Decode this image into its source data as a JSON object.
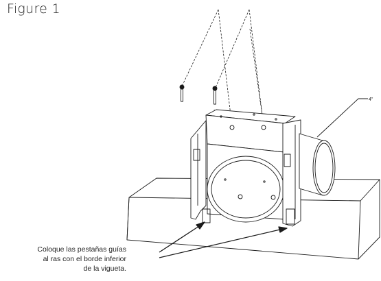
{
  "figure": {
    "title": "Figure 1"
  },
  "callout": {
    "lines": [
      "Coloque las pestañas guías",
      "al ras con el borde inferior",
      "de la vigueta."
    ]
  },
  "labels": {
    "duct_size": "4\""
  }
}
